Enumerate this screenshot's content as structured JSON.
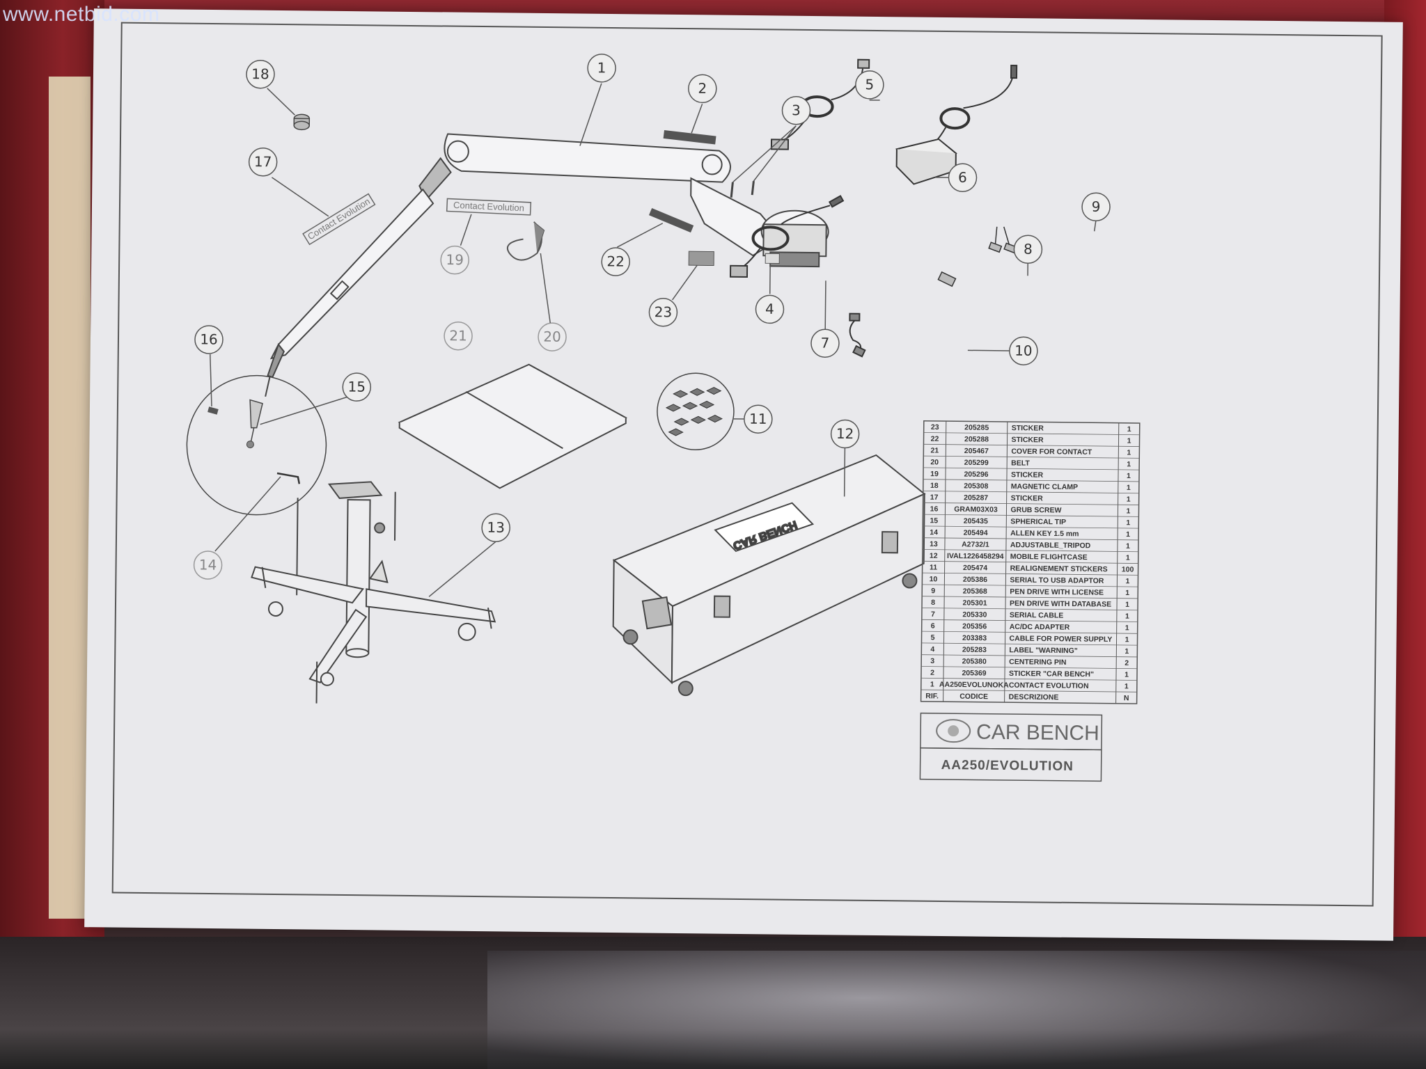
{
  "watermark": "www.netbid.com",
  "stickers": {
    "contact_evolution_1": "Contact Evolution",
    "contact_evolution_2": "Contact Evolution",
    "case_logo": "CAR BENCH"
  },
  "callouts": [
    "1",
    "2",
    "3",
    "4",
    "5",
    "6",
    "7",
    "8",
    "9",
    "10",
    "11",
    "12",
    "13",
    "14",
    "15",
    "16",
    "17",
    "18",
    "19",
    "20",
    "21",
    "22",
    "23"
  ],
  "parts_table": {
    "rows": [
      {
        "ref": "23",
        "code": "205285",
        "desc": "STICKER",
        "qty": "1"
      },
      {
        "ref": "22",
        "code": "205288",
        "desc": "STICKER",
        "qty": "1"
      },
      {
        "ref": "21",
        "code": "205467",
        "desc": "COVER FOR CONTACT",
        "qty": "1"
      },
      {
        "ref": "20",
        "code": "205299",
        "desc": "BELT",
        "qty": "1"
      },
      {
        "ref": "19",
        "code": "205296",
        "desc": "STICKER",
        "qty": "1"
      },
      {
        "ref": "18",
        "code": "205308",
        "desc": "MAGNETIC CLAMP",
        "qty": "1"
      },
      {
        "ref": "17",
        "code": "205287",
        "desc": "STICKER",
        "qty": "1"
      },
      {
        "ref": "16",
        "code": "GRAM03X03",
        "desc": "GRUB SCREW",
        "qty": "1"
      },
      {
        "ref": "15",
        "code": "205435",
        "desc": "SPHERICAL TIP",
        "qty": "1"
      },
      {
        "ref": "14",
        "code": "205494",
        "desc": "ALLEN KEY 1.5 mm",
        "qty": "1"
      },
      {
        "ref": "13",
        "code": "A2732/1",
        "desc": "ADJUSTABLE_TRIPOD",
        "qty": "1"
      },
      {
        "ref": "12",
        "code": "IVAL1226458294",
        "desc": "MOBILE FLIGHTCASE",
        "qty": "1"
      },
      {
        "ref": "11",
        "code": "205474",
        "desc": "REALIGNEMENT STICKERS",
        "qty": "100"
      },
      {
        "ref": "10",
        "code": "205386",
        "desc": "SERIAL TO USB ADAPTOR",
        "qty": "1"
      },
      {
        "ref": "9",
        "code": "205368",
        "desc": "PEN DRIVE WITH LICENSE",
        "qty": "1"
      },
      {
        "ref": "8",
        "code": "205301",
        "desc": "PEN DRIVE WITH DATABASE",
        "qty": "1"
      },
      {
        "ref": "7",
        "code": "205330",
        "desc": "SERIAL CABLE",
        "qty": "1"
      },
      {
        "ref": "6",
        "code": "205356",
        "desc": "AC/DC ADAPTER",
        "qty": "1"
      },
      {
        "ref": "5",
        "code": "203383",
        "desc": "CABLE FOR POWER SUPPLY",
        "qty": "1"
      },
      {
        "ref": "4",
        "code": "205283",
        "desc": "LABEL \"WARNING\"",
        "qty": "1"
      },
      {
        "ref": "3",
        "code": "205380",
        "desc": "CENTERING PIN",
        "qty": "2"
      },
      {
        "ref": "2",
        "code": "205369",
        "desc": "STICKER \"CAR BENCH\"",
        "qty": "1"
      },
      {
        "ref": "1",
        "code": "AA250EVOLUNOKA",
        "desc": "CONTACT EVOLUTION",
        "qty": "1"
      }
    ],
    "header": {
      "ref": "RIF.",
      "code": "CODICE",
      "desc": "DESCRIZIONE",
      "qty": "N"
    }
  },
  "logo": {
    "brand": "CAR BENCH"
  },
  "model": "AA250/EVOLUTION",
  "colors": {
    "paper": "#e9e9ec",
    "line": "#444444",
    "background_red": "#8a2228"
  }
}
